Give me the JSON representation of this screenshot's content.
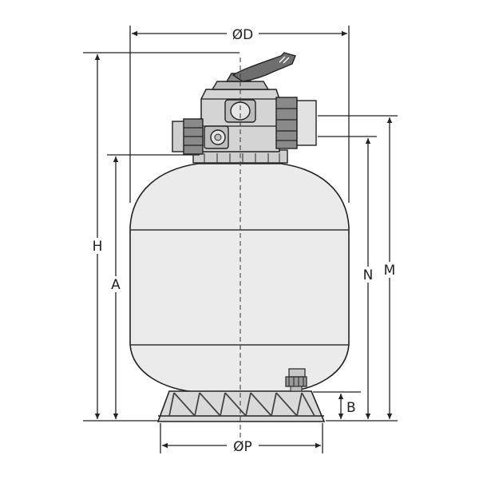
{
  "labels": {
    "diameter_top": "ØD",
    "diameter_base": "ØP",
    "height_h": "H",
    "height_a": "A",
    "height_n": "N",
    "height_m": "M",
    "height_b": "B"
  },
  "colors": {
    "line": "#222222",
    "tank_fill": "#ebebeb",
    "valve_fill": "#d4d4d4",
    "valve_dark": "#6e6e6e",
    "base_fill": "#dadada",
    "background": "#ffffff"
  }
}
